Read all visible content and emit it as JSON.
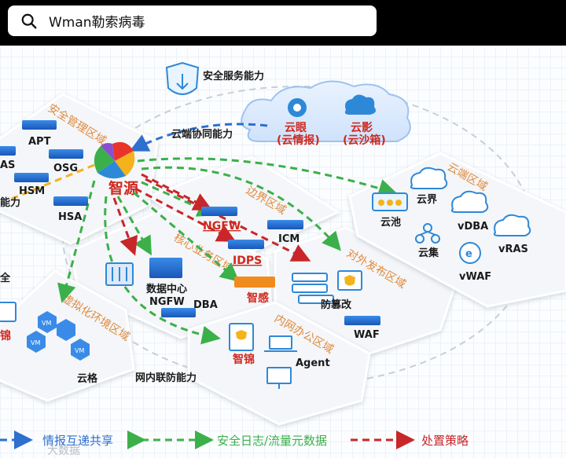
{
  "search": {
    "query": "Wman勒索病毒"
  },
  "diagram": {
    "top_label": "安全服务能力",
    "cloud_coop": "云端协同能力",
    "cloud_eye": "云眼",
    "cloud_eye_sub": "(云情报)",
    "cloud_shadow": "云影",
    "cloud_shadow_sub": "(云沙箱)",
    "hub": "智源",
    "zones": {
      "mgmt": "安全管理区域",
      "border": "边界区域",
      "core": "核心业务区域",
      "publish": "对外发布区域",
      "office": "内网办公区域",
      "virtual": "虚拟化环境区域",
      "cloud_side": "云端区域"
    },
    "devices": {
      "apt": "APT",
      "osg": "OSG",
      "hsm": "HSM",
      "hsa": "HSA",
      "as_partial": "AS",
      "ability_partial": "能力",
      "all_partial": "全",
      "ngfw": "NGFW",
      "icm": "ICM",
      "idps": "IDPS",
      "dc_ngfw_1": "数据中心",
      "dc_ngfw_2": "NGFW",
      "dba": "DBA",
      "zhigan": "智感",
      "tamper": "防篡改",
      "waf": "WAF",
      "zhijin": "智锦",
      "agent": "Agent",
      "yunge": "云格",
      "partial_red": "云锦",
      "vm": "VM",
      "intranet": "网内联防能力",
      "yunjie": "云界",
      "yunchi": "云池",
      "vdba": "vDBA",
      "yunji": "云集",
      "vras": "vRAS",
      "vwaf": "vWAF"
    }
  },
  "legend": {
    "info": "情报互递共享",
    "log": "安全日志/流量元数据",
    "policy": "处置策略",
    "watermark": "大数据"
  },
  "colors": {
    "blue_line": "#2e6fcf",
    "green_line": "#3bb04a",
    "red_line": "#c8262a",
    "zone_title": "#e08a3c"
  }
}
